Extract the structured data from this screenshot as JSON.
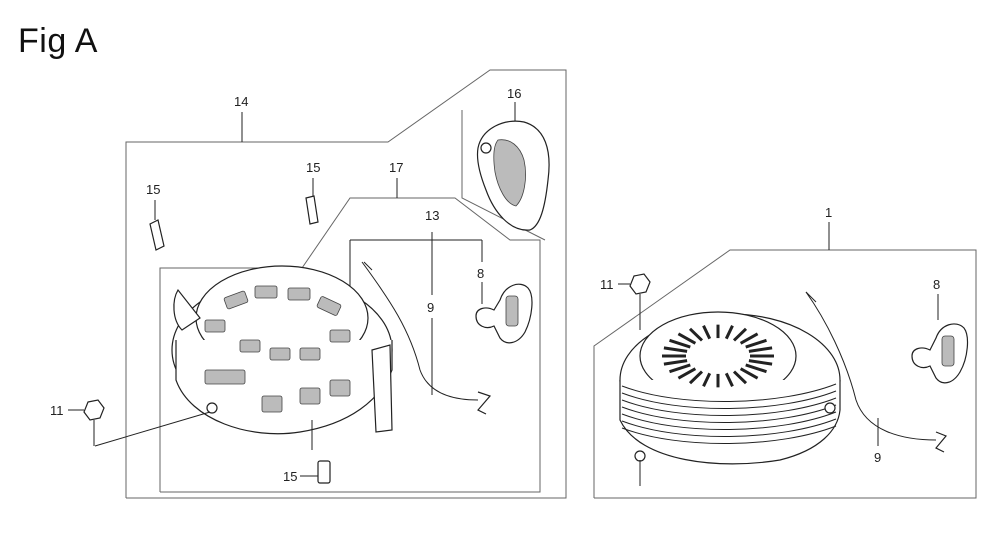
{
  "figure": {
    "title": "Fig A"
  },
  "callouts": {
    "c14": "14",
    "c16": "16",
    "c17": "17",
    "c15a": "15",
    "c15b": "15",
    "c15c": "15",
    "c13": "13",
    "c8a": "8",
    "c9a": "9",
    "c11a": "11",
    "c1": "1",
    "c11b": "11",
    "c8b": "8",
    "c9b": "9"
  },
  "parts": {
    "assy_left": "recoil-starter-assembly-14",
    "cover_16": "starter-cover",
    "cover_17": "starter-case",
    "rope_grip": "rope-handle",
    "rope": "starter-rope",
    "nut": "flange-nut",
    "assy_right": "recoil-starter-assembly-1"
  }
}
